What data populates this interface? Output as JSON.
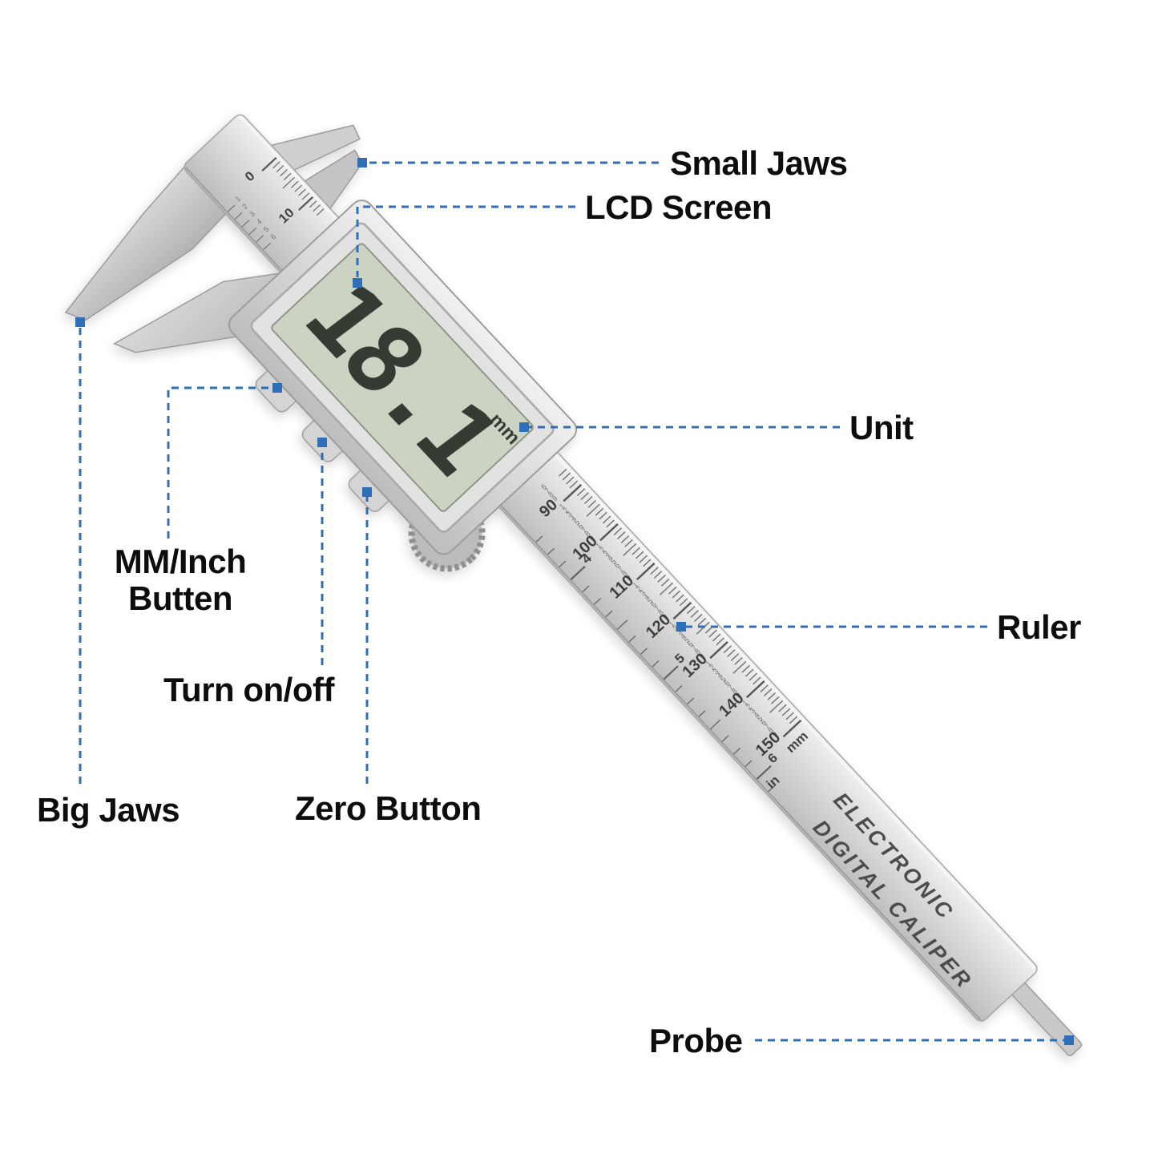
{
  "labels": {
    "small_jaws": "Small Jaws",
    "lcd_screen": "LCD Screen",
    "unit": "Unit",
    "ruler": "Ruler",
    "probe": "Probe",
    "big_jaws": "Big Jaws",
    "mm_inch_line1": "MM/Inch",
    "mm_inch_line2": "Butten",
    "turn_on_off": "Turn on/off",
    "zero_button": "Zero Button"
  },
  "caliper": {
    "lcd_value": "18.1",
    "unit": "mm",
    "brand_line1": "ELECTRONIC",
    "brand_line2": "DIGITAL CALIPER",
    "scale_mm_label": "mm",
    "scale_in_label": "in",
    "mm_numbers": [
      90,
      100,
      110,
      120,
      130,
      140,
      150
    ],
    "inch_numbers": [
      4,
      5,
      6
    ],
    "top_mm_numbers": [
      0,
      10
    ],
    "top_small_numbers": [
      1,
      2,
      3,
      4,
      5,
      6
    ]
  },
  "colors": {
    "accent": "#2e6fb7",
    "lcd": "#ccd3c2",
    "body_metal": "#d9d9d9"
  }
}
